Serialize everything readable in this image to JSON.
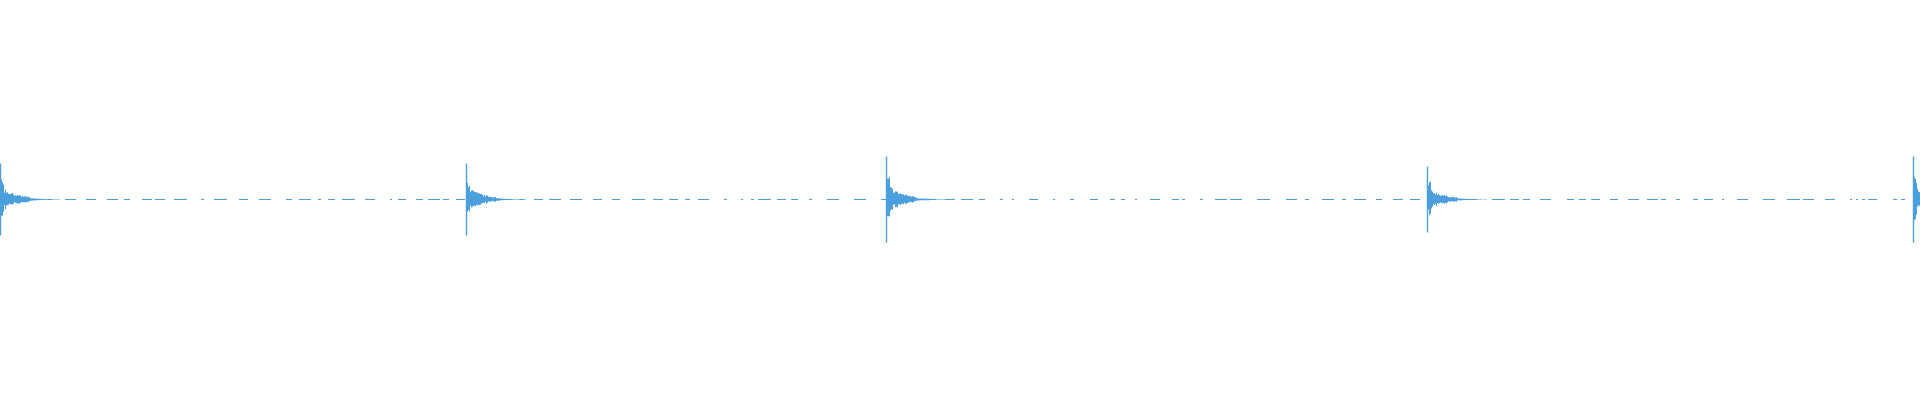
{
  "waveform": {
    "color": "#4a9fdc",
    "background": "#ffffff",
    "peak_amplitudes": [
      0.36,
      0.36,
      0.43,
      0.33,
      0.43
    ],
    "burst_shape": "sharp-transient-decay",
    "baseline": "sparse-low-noise"
  }
}
